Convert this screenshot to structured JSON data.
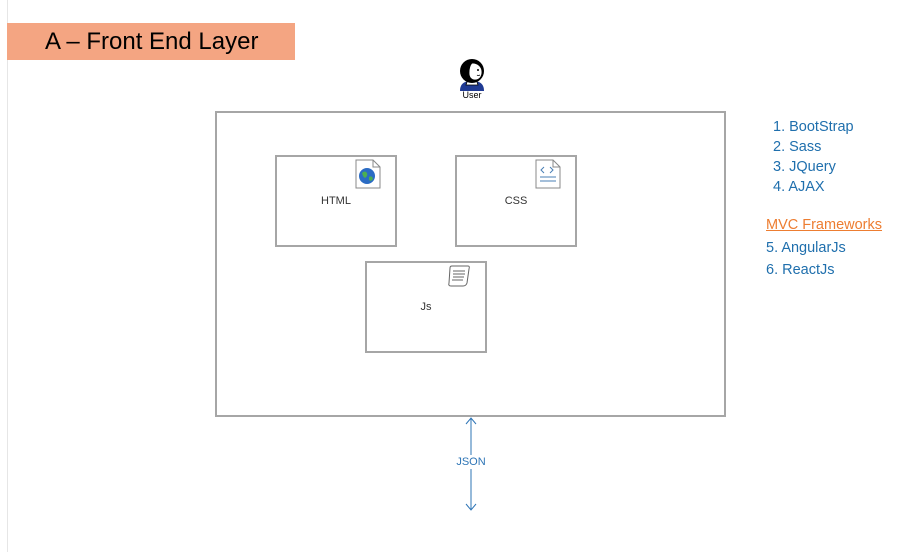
{
  "title": "A – Front End Layer",
  "user": {
    "label": "User",
    "icon": "user-avatar-icon"
  },
  "components": {
    "html": {
      "label": "HTML",
      "icon": "globe-document-icon"
    },
    "css": {
      "label": "CSS",
      "icon": "code-document-icon"
    },
    "js": {
      "label": "Js",
      "icon": "script-scroll-icon"
    }
  },
  "connector": {
    "label": "JSON",
    "color": "#2e75b6"
  },
  "tech_list": [
    "1. BootStrap",
    "2. Sass",
    "3. JQuery",
    "4. AJAX"
  ],
  "mvc": {
    "heading": "MVC Frameworks",
    "heading_color": "#ed7d31",
    "items": [
      "5. AngularJs",
      "6. ReactJs"
    ]
  },
  "colors": {
    "title_bg": "#f4a582",
    "box_border": "#a6a6a6",
    "list_text": "#1f6fad"
  }
}
